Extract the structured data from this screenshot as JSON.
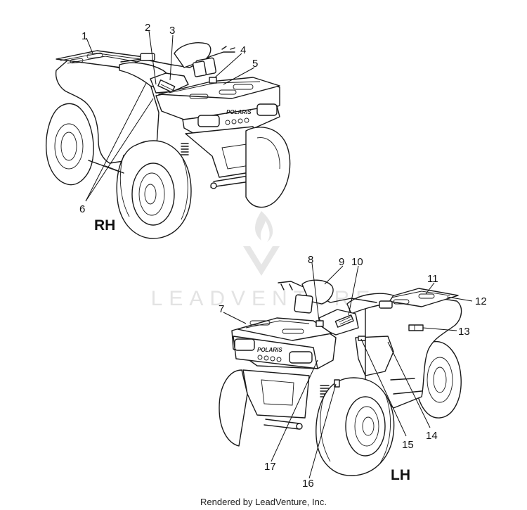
{
  "watermark": {
    "text": "LEADVENTURE"
  },
  "views": [
    {
      "id": "rh",
      "label": "RH",
      "brand_text": "POLARIS"
    },
    {
      "id": "lh",
      "label": "LH",
      "brand_text": "POLARIS"
    }
  ],
  "callouts": [
    "1",
    "2",
    "3",
    "4",
    "5",
    "6",
    "7",
    "8",
    "9",
    "10",
    "11",
    "12",
    "13",
    "14",
    "15",
    "16",
    "17"
  ],
  "footer": "Rendered by LeadVenture, Inc."
}
